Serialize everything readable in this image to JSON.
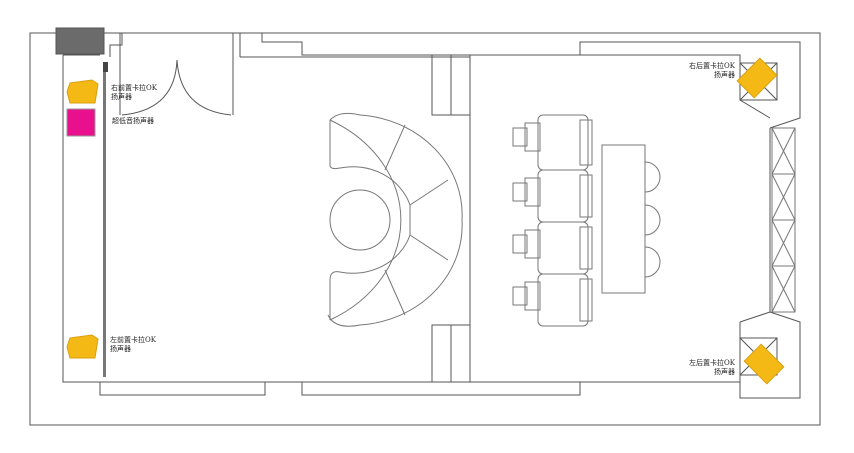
{
  "labels": {
    "front_right": [
      "右前置卡拉OK",
      "扬声器"
    ],
    "subwoofer": "超低音扬声器",
    "front_left": [
      "左前置卡拉OK",
      "扬声器"
    ],
    "rear_right": [
      "右后置卡拉OK",
      "扬声器"
    ],
    "rear_left": [
      "左后置卡拉OK",
      "扬声器"
    ]
  },
  "colors": {
    "speaker": "#f5b915",
    "subwoofer": "#e8108c",
    "wall": "#555555",
    "column": "#6b6b6b"
  }
}
